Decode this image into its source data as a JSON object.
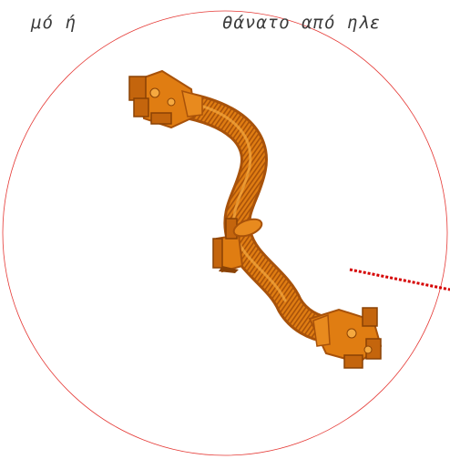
{
  "caption": {
    "left_text": "μό ή",
    "right_text": "θάνατο από ηλε"
  },
  "colors": {
    "circle_outline": "#e53935",
    "dotted_line": "#d50000",
    "hose_body": "#e07d12",
    "hose_dark": "#a8520a",
    "hose_light": "#f5a940"
  },
  "object": {
    "name": "corrugated hose assembly",
    "icon": "hose-illustration"
  }
}
